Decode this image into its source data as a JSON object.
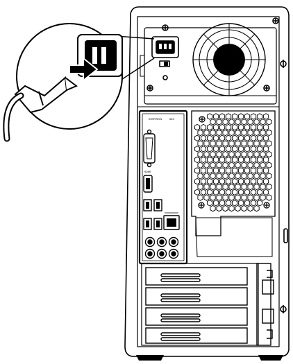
{
  "brand_label": "INSPIRON",
  "model_label": "545",
  "port_labels": {
    "vga": "",
    "hdmi": "HDMI"
  }
}
